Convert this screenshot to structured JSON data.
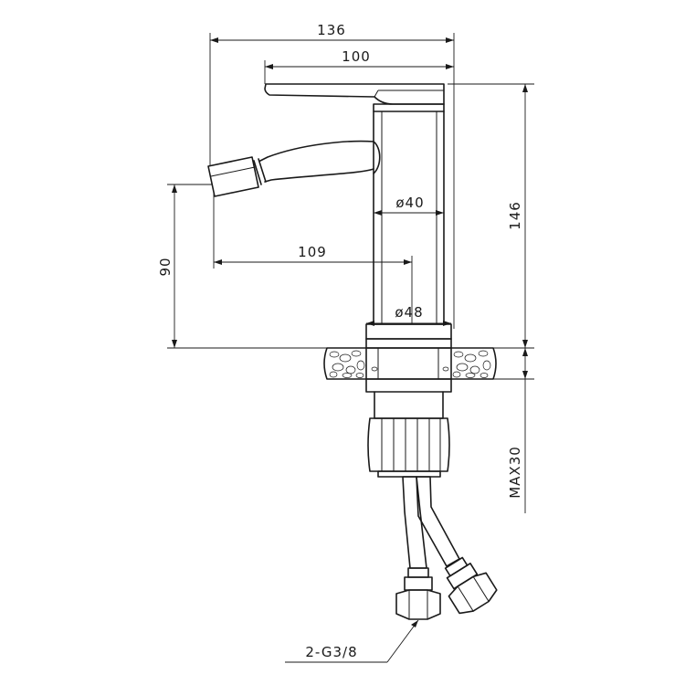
{
  "drawing": {
    "dimensions": {
      "overall_width": "136",
      "spout_reach_top": "100",
      "height": "146",
      "body_diameter": "ø40",
      "spout_reach": "109",
      "spray_height": "90",
      "base_diameter": "ø48",
      "max_deck_thickness": "MAX30",
      "connector_thread": "2-G3/8"
    }
  }
}
